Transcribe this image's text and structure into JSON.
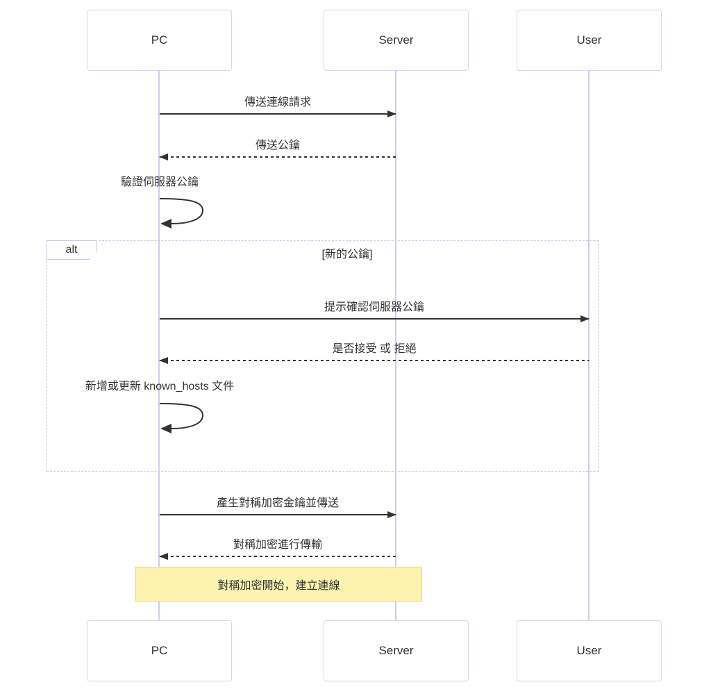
{
  "diagram_type": "sequence",
  "participants": [
    {
      "label": "PC"
    },
    {
      "label": "Server"
    },
    {
      "label": "User"
    }
  ],
  "messages": [
    {
      "from": "PC",
      "to": "Server",
      "text": "傳送連線請求",
      "line": "solid"
    },
    {
      "from": "Server",
      "to": "PC",
      "text": "傳送公鑰",
      "line": "dashed"
    },
    {
      "from": "PC",
      "to": "PC",
      "text": "驗證伺服器公鑰",
      "line": "self"
    },
    {
      "from": "PC",
      "to": "User",
      "text": "提示確認伺服器公鑰",
      "line": "solid"
    },
    {
      "from": "User",
      "to": "PC",
      "text": "是否接受 或 拒絕",
      "line": "dashed"
    },
    {
      "from": "PC",
      "to": "PC",
      "text": "新增或更新 known_hosts 文件",
      "line": "self"
    },
    {
      "from": "PC",
      "to": "Server",
      "text": "產生對稱加密金鑰並傳送",
      "line": "solid"
    },
    {
      "from": "Server",
      "to": "PC",
      "text": "對稱加密進行傳輸",
      "line": "dashed"
    }
  ],
  "alt_block": {
    "label": "alt",
    "condition": "[新的公鑰]"
  },
  "note": {
    "text": "對稱加密開始，建立連線",
    "spans": [
      "PC",
      "Server"
    ]
  },
  "colors": {
    "lifeline": "#ccccf2",
    "actor_border": "#d6d6f2",
    "frame_border": "#c5c5ea",
    "note_bg": "#fbf3ae",
    "note_border": "#e3d88d",
    "arrow": "#333333",
    "text": "#333333"
  }
}
